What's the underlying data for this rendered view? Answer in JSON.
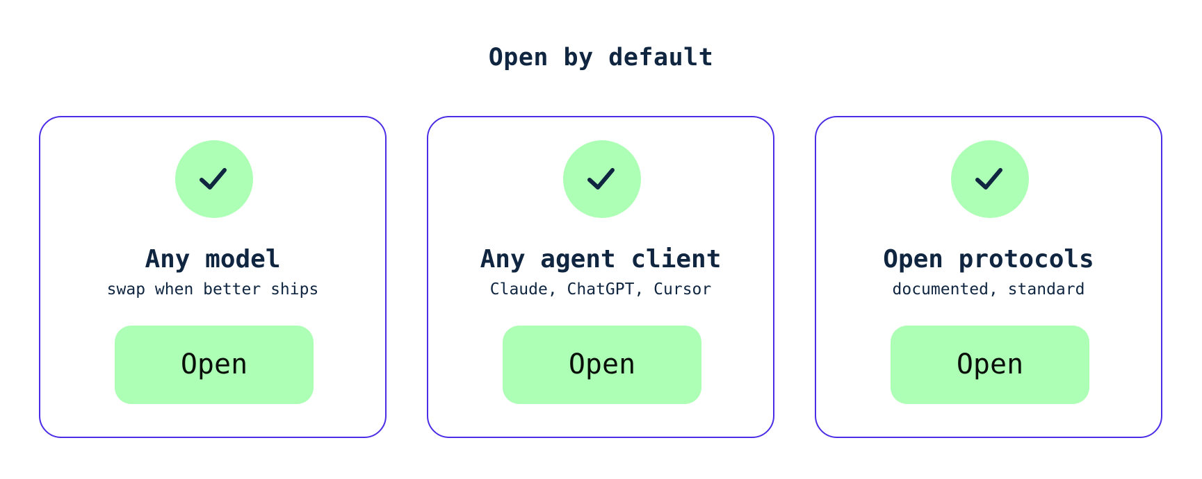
{
  "title": "Open by default",
  "colors": {
    "accent_border": "#4a2de6",
    "success_fill": "#adffb5",
    "text_dark": "#0f2540"
  },
  "cards": [
    {
      "icon": "check-icon",
      "title": "Any model",
      "subtitle": "swap when better ships",
      "button_label": "Open"
    },
    {
      "icon": "check-icon",
      "title": "Any agent client",
      "subtitle": "Claude, ChatGPT, Cursor",
      "button_label": "Open"
    },
    {
      "icon": "check-icon",
      "title": "Open protocols",
      "subtitle": "documented, standard",
      "button_label": "Open"
    }
  ]
}
